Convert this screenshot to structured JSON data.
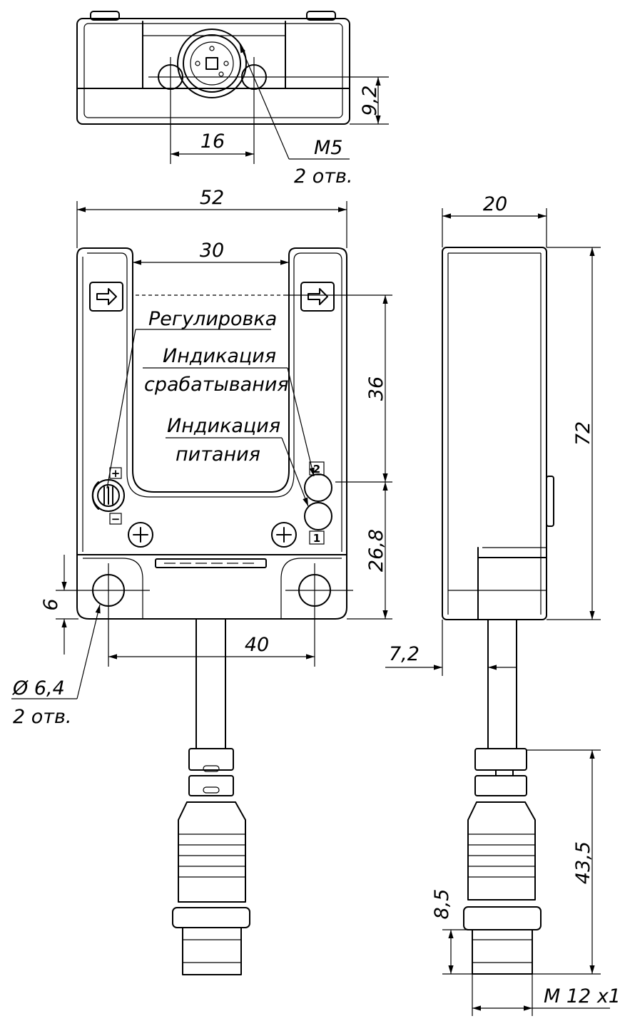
{
  "dimensions": {
    "top_height": "9,2",
    "connector_spacing": "16",
    "thread_top": "M5",
    "thread_top_qty": "2 отв.",
    "overall_width": "52",
    "slot_width": "30",
    "depth": "20",
    "axis_height": "36",
    "overall_height": "72",
    "lower_height": "26,8",
    "hole_offset": "6",
    "hole_spacing": "40",
    "hole_diameter": "Ø 6,4",
    "hole_qty": "2 отв.",
    "cable_offset": "7,2",
    "connector_length": "43,5",
    "thread_length": "8,5",
    "connector_thread": "M 12 x1"
  },
  "labels": {
    "adjustment": "Регулировка",
    "switch_indication_1": "Индикация",
    "switch_indication_2": "срабатывания",
    "power_indication_1": "Индикация",
    "power_indication_2": "питания"
  },
  "markers": {
    "led_2": "2",
    "led_1": "1",
    "plus": "+",
    "minus": "−"
  }
}
